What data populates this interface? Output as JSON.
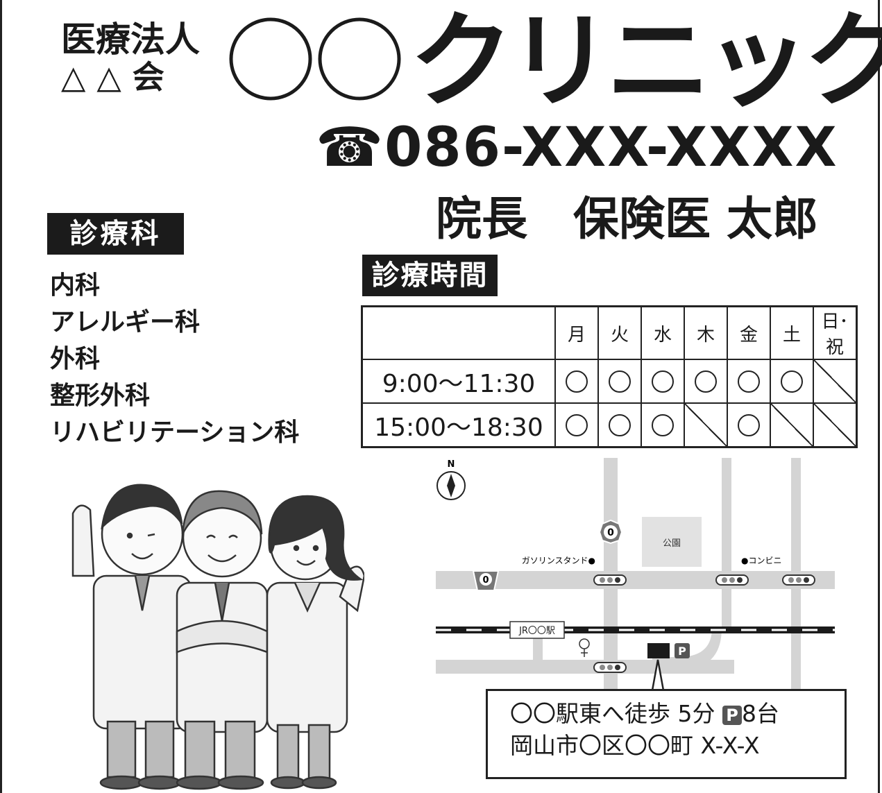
{
  "header": {
    "corp_line1": "医療法人",
    "corp_line2": "△ △ 会",
    "clinic_name": "クリニック",
    "phone": "☎086-XXX-XXXX",
    "director": "院長　保険医 太郎"
  },
  "departments": {
    "heading": "診療科",
    "items": [
      "内科",
      "アレルギー科",
      "外科",
      "整形外科",
      "リハビリテーション科"
    ]
  },
  "hours": {
    "heading": "診療時間",
    "days": [
      "月",
      "火",
      "水",
      "木",
      "金",
      "土",
      "日･祝"
    ],
    "rows": [
      {
        "time": "9:00〜11:30",
        "open": [
          true,
          true,
          true,
          true,
          true,
          true,
          false
        ]
      },
      {
        "time": "15:00〜18:30",
        "open": [
          true,
          true,
          true,
          false,
          true,
          false,
          false
        ]
      }
    ]
  },
  "map": {
    "north": "N",
    "park": "公園",
    "gas_station": "ガソリンスタンド●",
    "convenience": "●コンビニ",
    "station": "JR〇〇駅",
    "route_label_1": "0",
    "route_label_2": "0",
    "parking": "P"
  },
  "access": {
    "line1_a": "〇〇駅東へ徒歩 5分",
    "parking_badge": "P",
    "line1_b": "8台",
    "line2": "岡山市〇区〇〇町 X-X-X"
  },
  "colors": {
    "dark": "#1b1b1b",
    "road": "#d4d4d4",
    "park": "#e2e2e2"
  }
}
